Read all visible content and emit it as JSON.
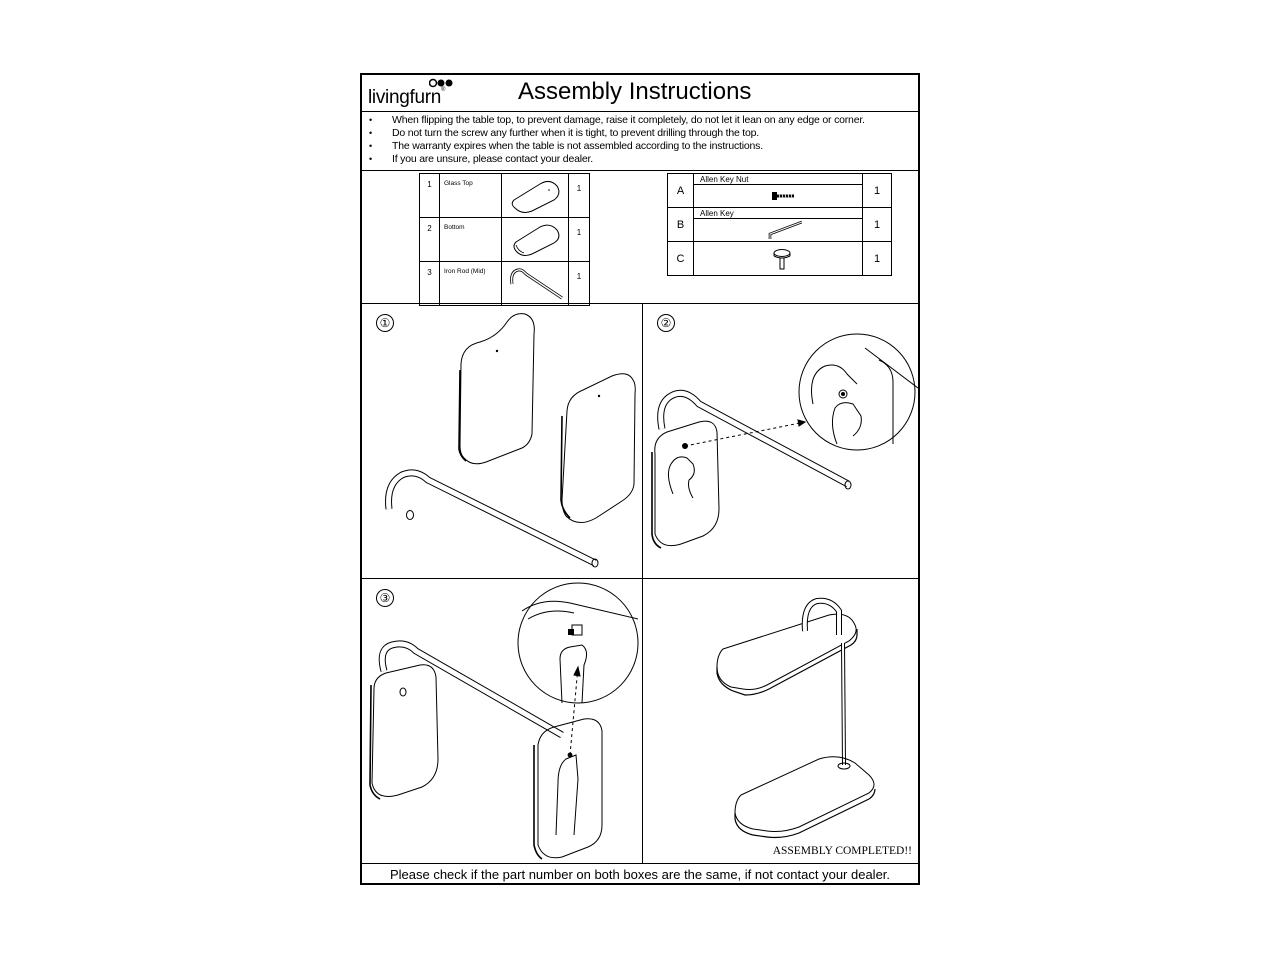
{
  "header": {
    "logo_text": "livingfurn",
    "logo_mark": "®",
    "title": "Assembly Instructions"
  },
  "notes": [
    "When flipping the table top, to prevent damage, raise it completely, do not let it lean on any edge or corner.",
    "Do not turn the screw any further when it is tight, to prevent drilling through the top.",
    "The warranty expires when the table is not assembled according to the instructions.",
    "If you are unsure, please contact your dealer."
  ],
  "parts": [
    {
      "number": "1",
      "name": "Glass Top",
      "qty": "1",
      "icon": "glass-top-icon"
    },
    {
      "number": "2",
      "name": "Bottom",
      "qty": "1",
      "icon": "bottom-plate-icon"
    },
    {
      "number": "3",
      "name": "Iron Rod (Mid)",
      "qty": "1",
      "icon": "iron-rod-icon"
    }
  ],
  "hardware": [
    {
      "letter": "A",
      "name": "Allen Key Nut",
      "qty": "1",
      "icon": "allen-key-nut-icon"
    },
    {
      "letter": "B",
      "name": "Allen Key",
      "qty": "1",
      "icon": "allen-key-icon"
    },
    {
      "letter": "C",
      "name": "",
      "qty": "1",
      "icon": "thumb-screw-icon"
    }
  ],
  "steps": [
    "①",
    "②",
    "③"
  ],
  "completed_text": "ASSEMBLY COMPLETED!!",
  "footer": "Please check if the part number on both boxes are the same, if not contact your dealer."
}
